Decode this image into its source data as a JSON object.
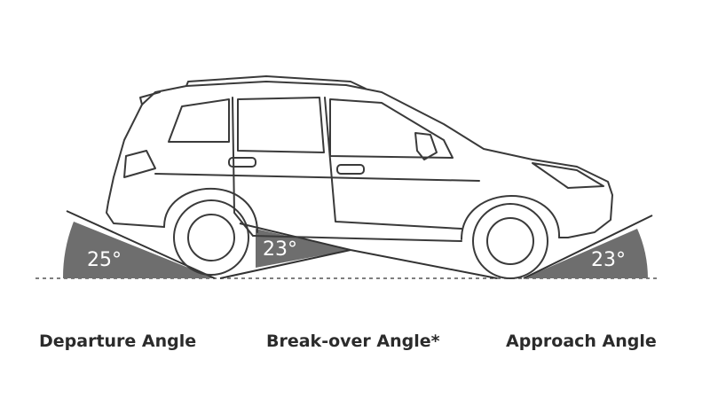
{
  "angles": {
    "departure": {
      "value": "25°",
      "label": "Departure Angle"
    },
    "breakover": {
      "value": "23°",
      "label": "Break-over Angle*"
    },
    "approach": {
      "value": "23°",
      "label": "Approach Angle"
    }
  },
  "colors": {
    "wedge_fill": "#6e6e6e",
    "line_stroke": "#333333",
    "car_stroke": "#3a3a3a",
    "label_text": "#2b2b2b"
  }
}
